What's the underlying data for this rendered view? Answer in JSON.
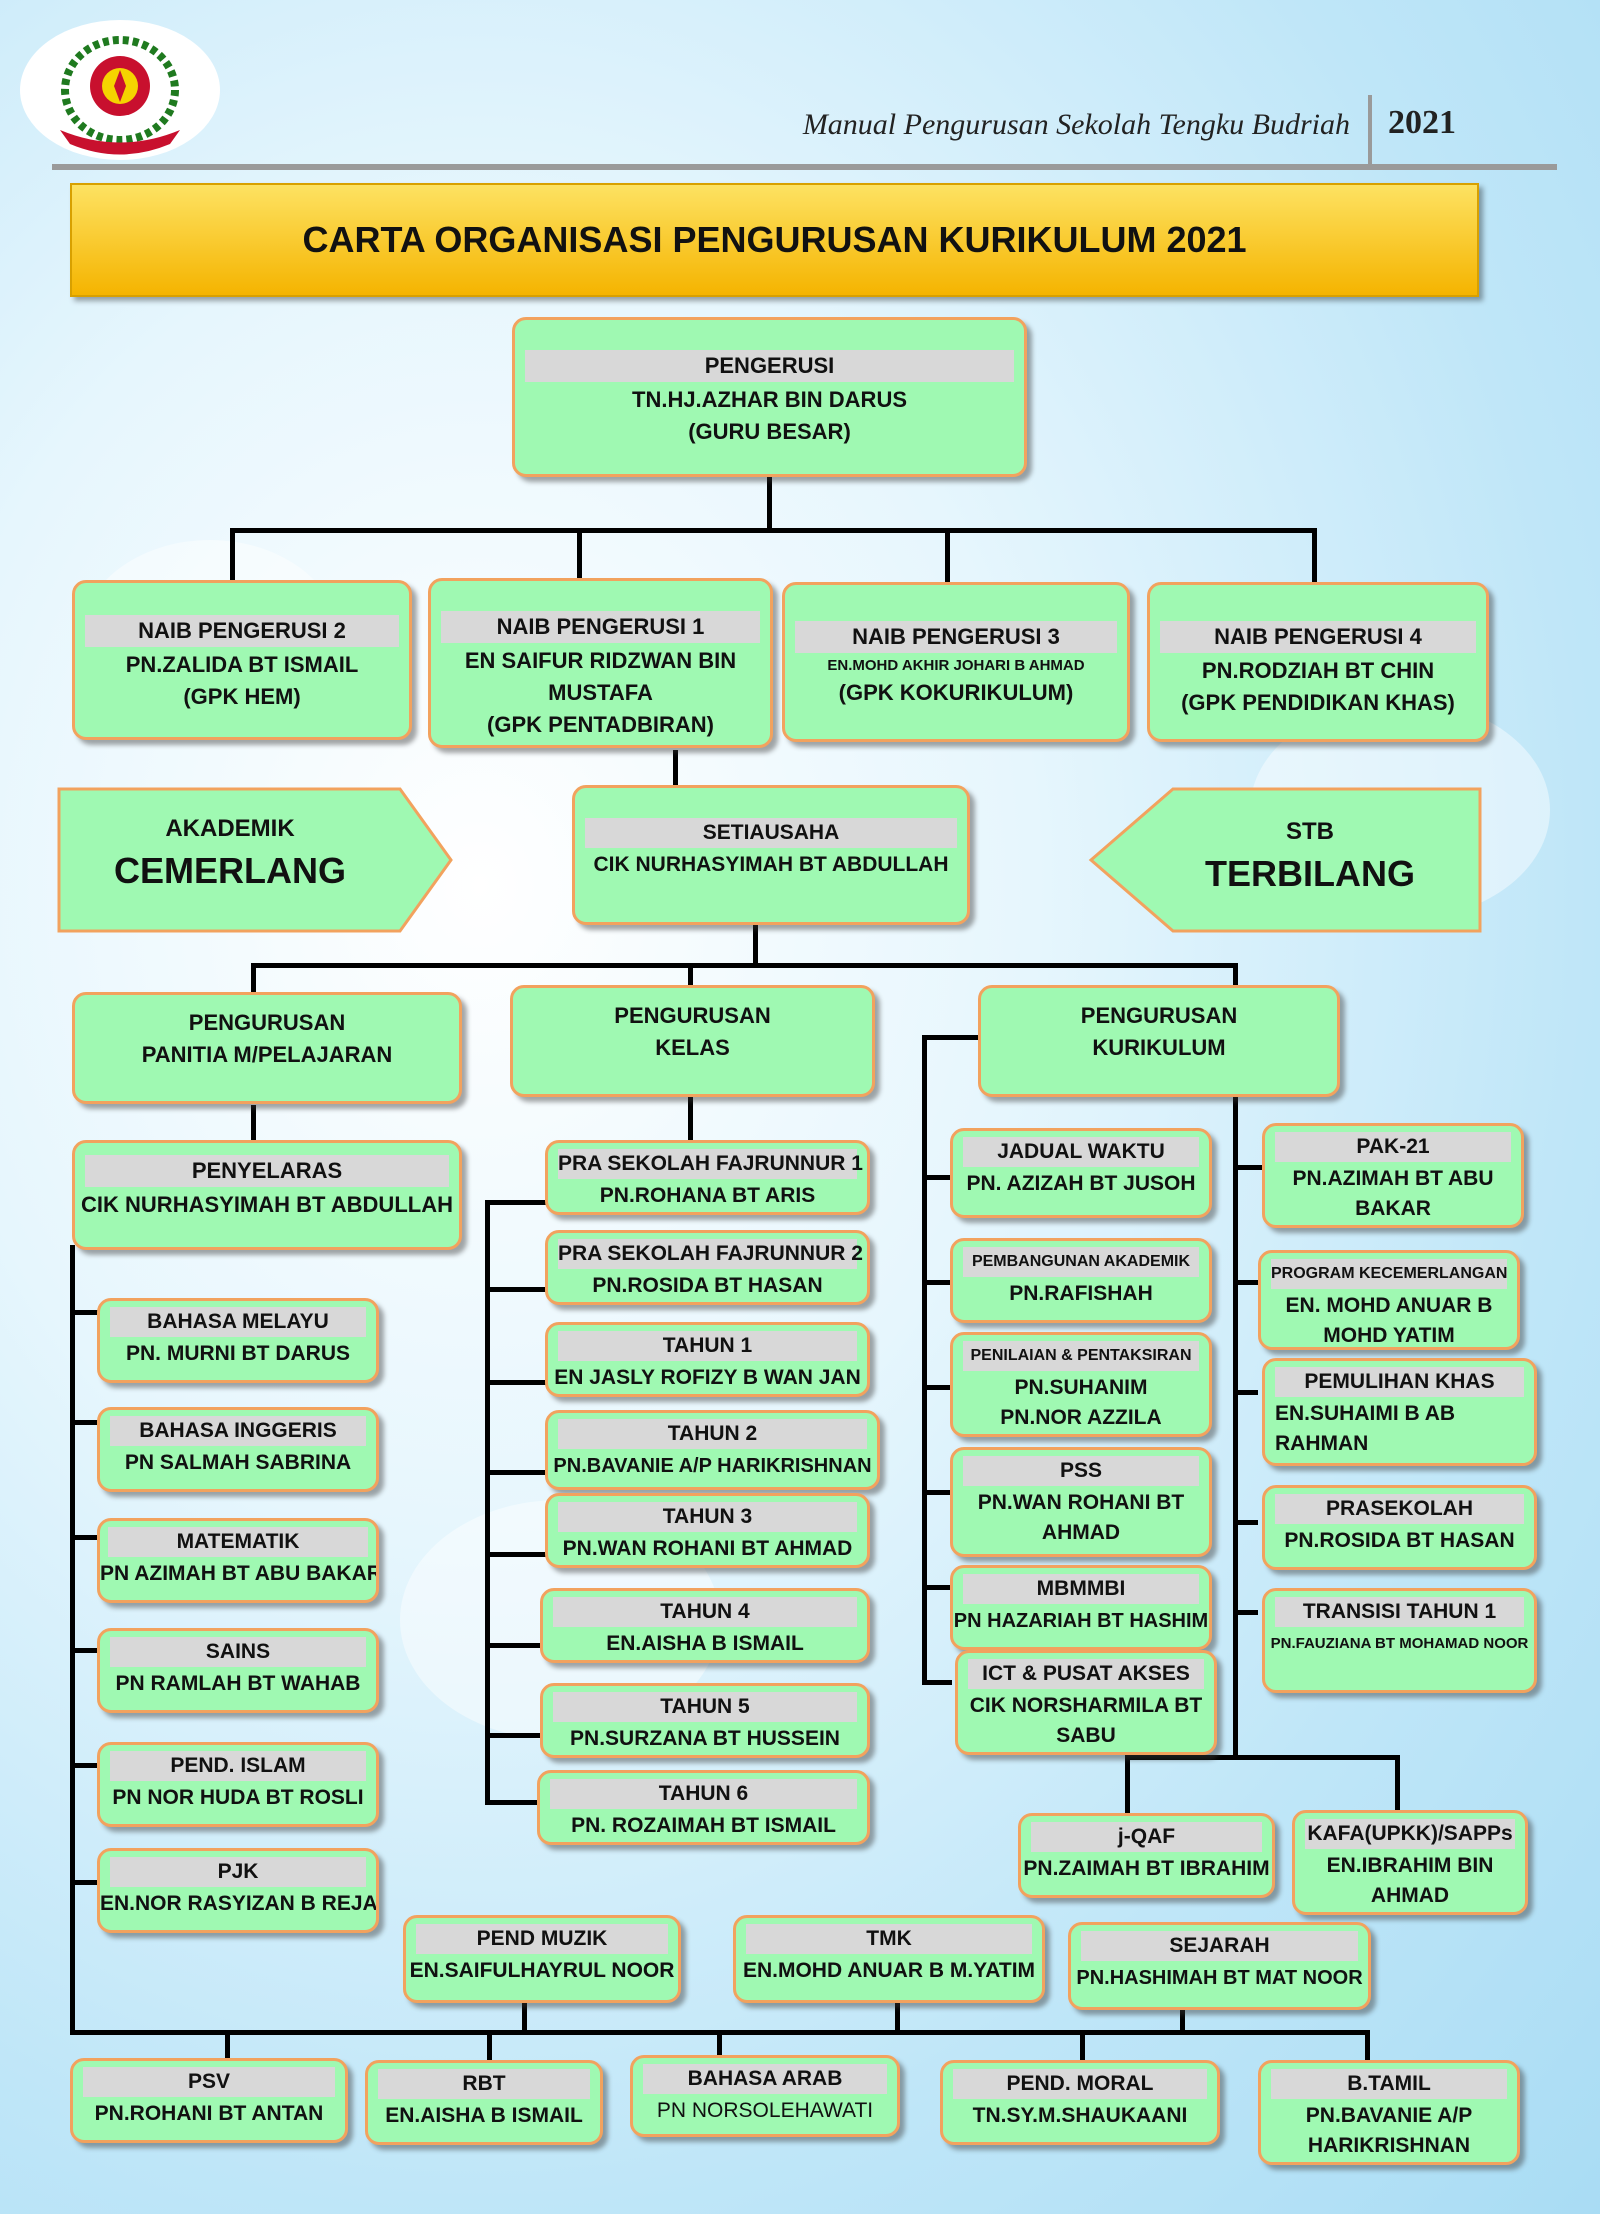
{
  "header": {
    "manual_title": "Manual Pengurusan Sekolah Tengku Budriah",
    "year": "2021"
  },
  "title": "CARTA ORGANISASI PENGURUSAN KURIKULUM 2021",
  "colors": {
    "box_fill": "#9ff9b2",
    "box_border": "#f2a25e",
    "title_bar": "#f5b400",
    "header_strip": "#d8d8d8"
  },
  "pengerusi": {
    "title": "PENGERUSI",
    "name": "TN.HJ.AZHAR BIN DARUS",
    "role": "(GURU BESAR)"
  },
  "naib": [
    {
      "title": "NAIB PENGERUSI 2",
      "name": "PN.ZALIDA BT ISMAIL",
      "role": "(GPK HEM)"
    },
    {
      "title": "NAIB PENGERUSI 1",
      "name": "EN SAIFUR RIDZWAN BIN",
      "name2": "MUSTAFA",
      "role": "(GPK PENTADBIRAN)"
    },
    {
      "title": "NAIB PENGERUSI 3",
      "name": "EN.MOHD  AKHIR JOHARI  B AHMAD",
      "role": "(GPK KOKURIKULUM)"
    },
    {
      "title": "NAIB PENGERUSI 4",
      "name": "PN.RODZIAH BT CHIN",
      "role": "(GPK PENDIDIKAN KHAS)"
    }
  ],
  "setiausaha": {
    "title": "SETIAUSAHA",
    "name": "CIK NURHASYIMAH BT ABDULLAH"
  },
  "left_arrow": {
    "line1": "AKADEMIK",
    "line2": "CEMERLANG"
  },
  "right_arrow": {
    "line1": "STB",
    "line2": "TERBILANG"
  },
  "pengurusan": [
    {
      "line1": "PENGURUSAN",
      "line2": "PANITIA M/PELAJARAN"
    },
    {
      "line1": "PENGURUSAN",
      "line2": "KELAS"
    },
    {
      "line1": "PENGURUSAN",
      "line2": "KURIKULUM"
    }
  ],
  "penyelaras": {
    "title": "PENYELARAS",
    "name": "CIK NURHASYIMAH BT ABDULLAH"
  },
  "panitia": [
    {
      "title": "BAHASA MELAYU",
      "name": "PN. MURNI BT DARUS"
    },
    {
      "title": "BAHASA INGGERIS",
      "name": "PN SALMAH SABRINA"
    },
    {
      "title": "MATEMATIK",
      "name": "PN AZIMAH BT ABU BAKAR"
    },
    {
      "title": "SAINS",
      "name": "PN RAMLAH BT WAHAB"
    },
    {
      "title": "PEND. ISLAM",
      "name": "PN NOR HUDA BT ROSLI"
    },
    {
      "title": "PJK",
      "name": "EN.NOR RASYIZAN B REJAB"
    }
  ],
  "kelas": [
    {
      "title": "PRA SEKOLAH FAJRUNNUR 1",
      "name": "PN.ROHANA BT ARIS"
    },
    {
      "title": "PRA SEKOLAH FAJRUNNUR 2",
      "name": "PN.ROSIDA BT HASAN"
    },
    {
      "title": "TAHUN 1",
      "name": "EN JASLY ROFIZY B WAN JAN"
    },
    {
      "title": "TAHUN 2",
      "name": "PN.BAVANIE A/P HARIKRISHNAN"
    },
    {
      "title": "TAHUN 3",
      "name": "PN.WAN ROHANI BT AHMAD"
    },
    {
      "title": "TAHUN 4",
      "name": "EN.AISHA B ISMAIL"
    },
    {
      "title": "TAHUN 5",
      "name": "PN.SURZANA BT HUSSEIN"
    },
    {
      "title": "TAHUN 6",
      "name": "PN. ROZAIMAH BT ISMAIL"
    }
  ],
  "kurikulum_left": [
    {
      "title": "JADUAL WAKTU",
      "name": "PN. AZIZAH BT JUSOH"
    },
    {
      "title": "PEMBANGUNAN  AKADEMIK",
      "name": "PN.RAFISHAH"
    },
    {
      "title": "PENILAIAN  &  PENTAKSIRAN",
      "name": "PN.SUHANIM",
      "name2": "PN.NOR  AZZILA"
    },
    {
      "title": "PSS",
      "name": "PN.WAN ROHANI BT",
      "name2": "AHMAD"
    },
    {
      "title": "MBMMBI",
      "name": "PN HAZARIAH BT HASHIM"
    },
    {
      "title": "ICT & PUSAT AKSES",
      "name": "CIK NORSHARMILA BT",
      "name2": "SABU"
    }
  ],
  "kurikulum_right": [
    {
      "title": "PAK-21",
      "name": "PN.AZIMAH BT ABU",
      "name2": "BAKAR"
    },
    {
      "title": "PROGRAM  KECEMERLANGAN",
      "name": "EN. MOHD ANUAR B",
      "name2": "MOHD YATIM"
    },
    {
      "title": "PEMULIHAN KHAS",
      "name": "EN.SUHAIMI B AB",
      "name2": "RAHMAN"
    },
    {
      "title": "PRASEKOLAH",
      "name": "PN.ROSIDA BT HASAN"
    },
    {
      "title": "TRANSISI TAHUN 1",
      "name": "PN.FAUZIANA BT MOHAMAD NOOR"
    }
  ],
  "jqaf": {
    "title": "j-QAF",
    "name": "PN.ZAIMAH BT IBRAHIM"
  },
  "kafa": {
    "title": "KAFA(UPKK)/SAPPs",
    "name": "EN.IBRAHIM BIN",
    "name2": "AHMAD"
  },
  "mid_row": [
    {
      "title": "PEND MUZIK",
      "name": "EN.SAIFULHAYRUL NOOR"
    },
    {
      "title": "TMK",
      "name": "EN.MOHD ANUAR B M.YATIM"
    },
    {
      "title": "SEJARAH",
      "name": "PN.HASHIMAH BT MAT NOOR"
    }
  ],
  "bottom_row": [
    {
      "title": "PSV",
      "name": "PN.ROHANI BT ANTAN"
    },
    {
      "title": "RBT",
      "name": "EN.AISHA B ISMAIL"
    },
    {
      "title": "BAHASA ARAB",
      "name": "PN NORSOLEHAWATI"
    },
    {
      "title": "PEND. MORAL",
      "name": "TN.SY.M.SHAUKAANI"
    },
    {
      "title": "B.TAMIL",
      "name": "PN.BAVANIE A/P",
      "name2": "HARIKRISHNAN"
    }
  ]
}
